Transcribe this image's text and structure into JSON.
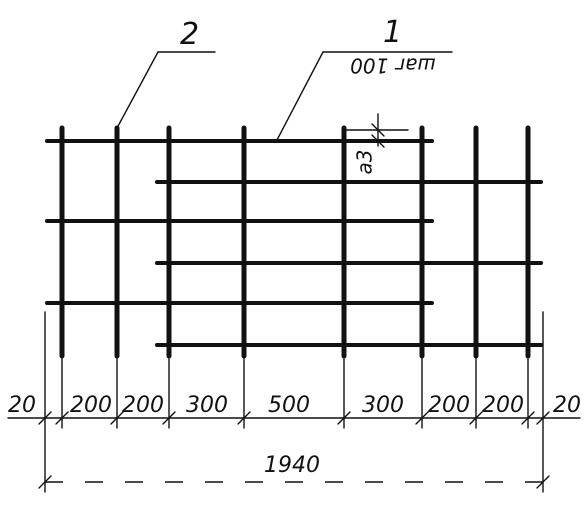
{
  "callouts": [
    {
      "id": "2",
      "text": "2"
    },
    {
      "id": "1",
      "text": "1"
    }
  ],
  "spec_text": "шаг 100",
  "spacing_label": "a3",
  "dimensions": [
    "20",
    "200",
    "200",
    "300",
    "500",
    "300",
    "200",
    "200",
    "20"
  ],
  "total_dimension": "1940",
  "colors": {
    "line": "#111111",
    "background": "#ffffff"
  }
}
